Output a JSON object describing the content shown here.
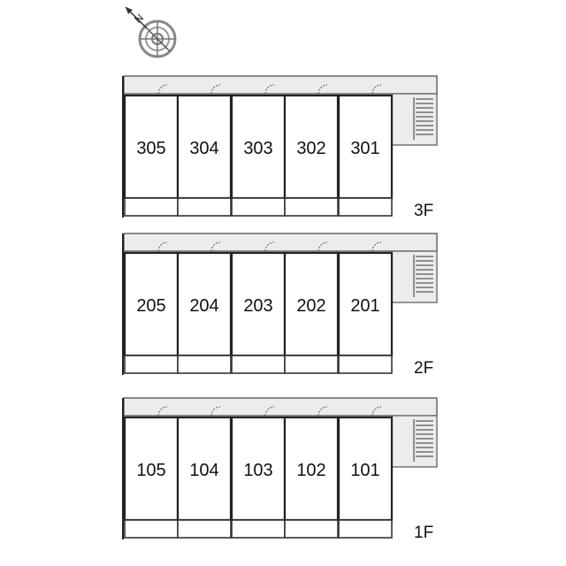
{
  "compass": {
    "label": "N",
    "icon": "compass-rose-icon"
  },
  "floors": [
    {
      "label": "3F",
      "rooms": [
        "305",
        "304",
        "303",
        "302",
        "301"
      ]
    },
    {
      "label": "2F",
      "rooms": [
        "205",
        "204",
        "203",
        "202",
        "201"
      ]
    },
    {
      "label": "1F",
      "rooms": [
        "105",
        "104",
        "103",
        "102",
        "101"
      ]
    }
  ]
}
